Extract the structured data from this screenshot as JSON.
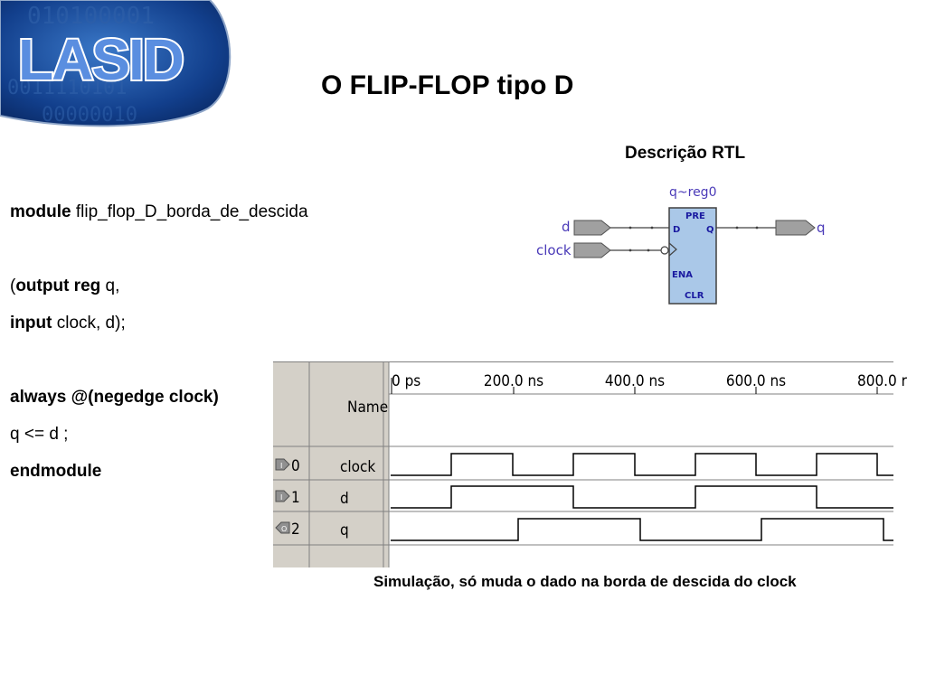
{
  "logo": {
    "text": "LASID",
    "binary_top": "010100001",
    "binary_mid": "0011110101",
    "binary_bot": "00000010"
  },
  "title": "O FLIP-FLOP tipo D",
  "rtl": {
    "caption": "Descrição RTL",
    "reg_name": "q~reg0",
    "input_d": "d",
    "input_clock": "clock",
    "output_q": "q",
    "pin_pre": "PRE",
    "pin_d": "D",
    "pin_q": "Q",
    "pin_ena": "ENA",
    "pin_clr": "CLR"
  },
  "code": {
    "line1_kw": "module",
    "line1_rest": " flip_flop_D_borda_de_descida",
    "line2_open": "(",
    "line2_kw": "output reg",
    "line2_rest": " q,",
    "line3_kw": "input",
    "line3_rest": " clock, d);",
    "line4_kw": "always @(negedge clock)",
    "line5": " q <= d ;",
    "line6_kw": "endmodule"
  },
  "simulation": {
    "name_header": "Name",
    "time_labels": [
      "0 ps",
      "200.0 ns",
      "400.0 ns",
      "600.0 ns",
      "800.0 r"
    ],
    "signals": [
      {
        "index": "0",
        "name": "clock",
        "kind": "input"
      },
      {
        "index": "1",
        "name": "d",
        "kind": "input"
      },
      {
        "index": "2",
        "name": "q",
        "kind": "output"
      }
    ],
    "caption": "Simulação, só muda o dado na borda de descida do clock"
  }
}
